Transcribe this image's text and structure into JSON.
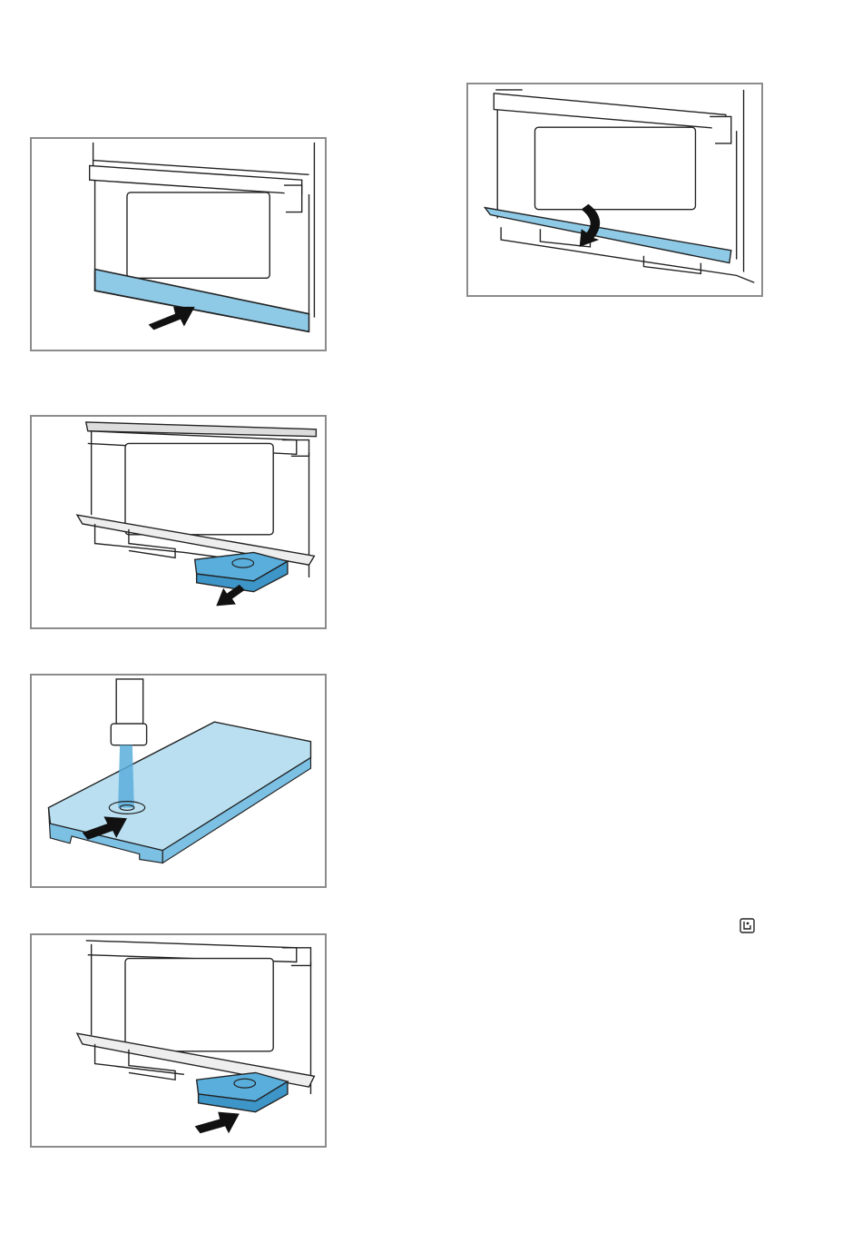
{
  "document": {
    "type": "instruction-illustrations",
    "colors": {
      "highlight_blue": "#8ec9e6",
      "water_blue": "#b9dff0",
      "tank_blue": "#5aaedc",
      "line": "#222222",
      "frame_border": "#8c8c8c",
      "arrow": "#111111"
    },
    "figures": [
      {
        "id": "fig-press-panel",
        "icons": [
          "oven-front",
          "control-panel-strip",
          "push-arrow"
        ]
      },
      {
        "id": "fig-remove-tank",
        "icons": [
          "oven-front",
          "opened-panel",
          "water-tank",
          "pull-arrow"
        ]
      },
      {
        "id": "fig-fill-tank",
        "icons": [
          "water-tap",
          "water-stream",
          "water-tank",
          "push-arrow"
        ]
      },
      {
        "id": "fig-insert-tank",
        "icons": [
          "oven-front",
          "opened-panel",
          "water-tank",
          "push-arrow"
        ]
      },
      {
        "id": "fig-close-panel",
        "icons": [
          "oven-front",
          "control-panel-strip",
          "curved-arrow"
        ]
      }
    ],
    "margin_icon": "water-tank-symbol-icon"
  }
}
